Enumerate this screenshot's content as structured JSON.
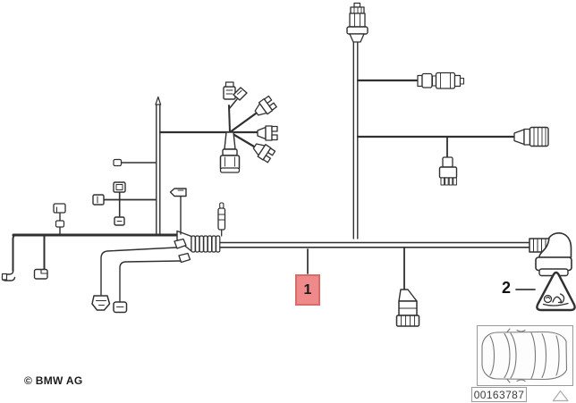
{
  "diagram": {
    "subject": "engine wiring harness drawing",
    "callouts": [
      {
        "number": "1",
        "highlighted": true
      },
      {
        "number": "2",
        "highlighted": false
      }
    ],
    "copyright": "© BMW AG",
    "image_number": "00163787",
    "colors": {
      "highlight_fill": "#ee8a8a",
      "highlight_border": "#d96b6b",
      "line_art": "#303030",
      "thumbnail_line": "#787878",
      "faint_triangle": "#adadad"
    },
    "icons": [
      {
        "name": "marten-warning-icon"
      },
      {
        "name": "car-top-view-icon"
      },
      {
        "name": "corner-triangle-icon"
      }
    ]
  }
}
